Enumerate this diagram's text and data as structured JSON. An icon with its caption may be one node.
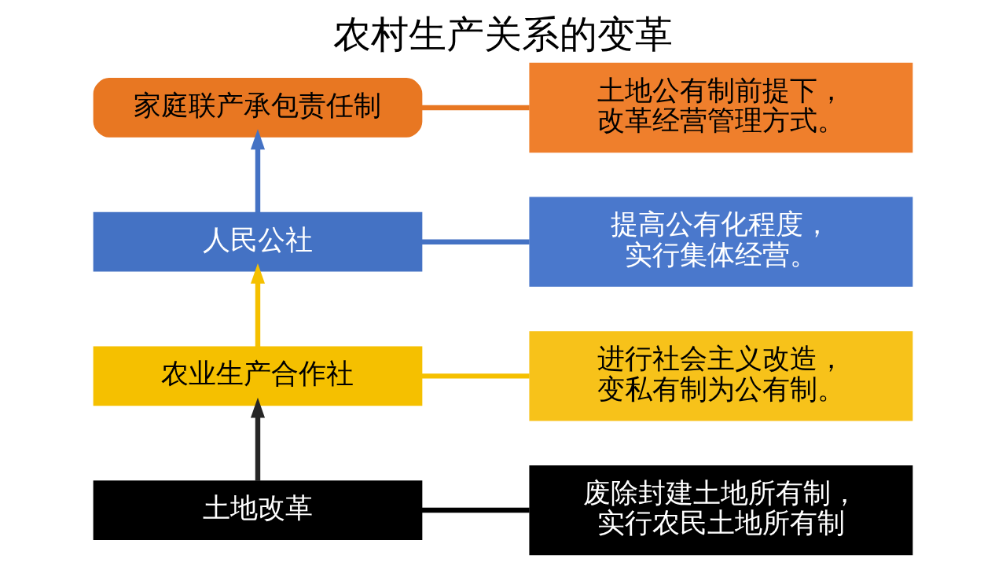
{
  "diagram": {
    "title": "农村生产关系的变革",
    "nodes": [
      {
        "text": [
          "家庭联产承包责任制"
        ]
      },
      {
        "text": [
          "土地公有制前提下，改革经营管理方式。"
        ]
      },
      {
        "text": [
          "人民公社"
        ]
      },
      {
        "text": [
          "提高公有化程度，实行集体经营。"
        ]
      },
      {
        "text": [
          "农业生产合作社"
        ]
      },
      {
        "text": [
          "进行社会主义改造，变私有制为公有制。"
        ]
      },
      {
        "text": [
          "土地改革"
        ]
      },
      {
        "text": [
          "废除封建土地所有制，实行农民土地所有制"
        ]
      }
    ],
    "edges": [
      {
        "from": 6,
        "to": 4,
        "arrow": "to",
        "color": "#262626"
      },
      {
        "from": 4,
        "to": 2,
        "arrow": "to",
        "color": "#f5c000"
      },
      {
        "from": 2,
        "to": 0,
        "arrow": "to",
        "color": "#4472c4"
      },
      {
        "from": 0,
        "to": 1,
        "arrow": "none",
        "color": "#e87722"
      },
      {
        "from": 2,
        "to": 3,
        "arrow": "none",
        "color": "#4472c4"
      },
      {
        "from": 4,
        "to": 5,
        "arrow": "none",
        "color": "#f5c000"
      },
      {
        "from": 6,
        "to": 7,
        "arrow": "none",
        "color": "#000000"
      }
    ]
  }
}
